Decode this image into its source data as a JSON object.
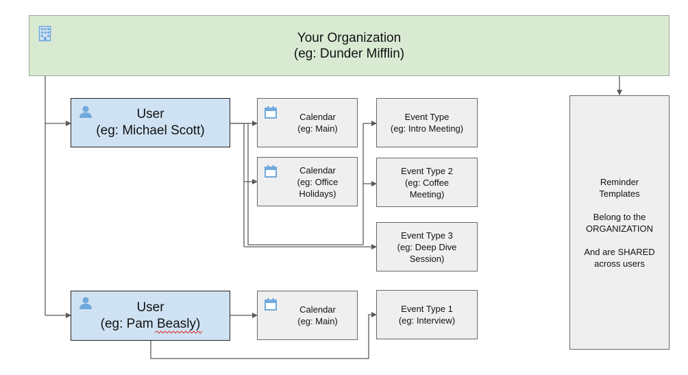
{
  "organization": {
    "title": "Your Organization",
    "example": "(eg: Dunder Mifflin)",
    "icon": "building-icon"
  },
  "users": [
    {
      "title": "User",
      "example": "(eg: Michael Scott)",
      "icon": "person-icon"
    },
    {
      "title": "User",
      "example": "(eg: Pam Beasly)",
      "icon": "person-icon"
    }
  ],
  "calendars": [
    {
      "title": "Calendar",
      "lines": [
        "(eg: Main)"
      ],
      "icon": "calendar-icon"
    },
    {
      "title": "Calendar",
      "lines": [
        "(eg: Office",
        "Holidays)"
      ],
      "icon": "calendar-icon"
    },
    {
      "title": "Calendar",
      "lines": [
        "(eg: Main)"
      ],
      "icon": "calendar-icon"
    }
  ],
  "event_types": [
    {
      "title": "Event Type",
      "lines": [
        "(eg: Intro Meeting)"
      ]
    },
    {
      "title": "Event Type 2",
      "lines": [
        "(eg: Coffee",
        "Meeting)"
      ]
    },
    {
      "title": "Event Type 3",
      "lines": [
        "(eg: Deep Dive",
        "Session)"
      ]
    },
    {
      "title": "Event Type 1",
      "lines": [
        "(eg: Interview)"
      ]
    }
  ],
  "reminder": {
    "lines": [
      "Reminder",
      "Templates",
      "",
      "Belong to the",
      "ORGANIZATION",
      "",
      "And are SHARED",
      "across users"
    ]
  },
  "colors": {
    "organization_fill": "#d9ead3",
    "user_fill": "#cfe2f3",
    "node_fill": "#efefef",
    "icon_blue": "#6fa8dc",
    "connector": "#595959"
  }
}
